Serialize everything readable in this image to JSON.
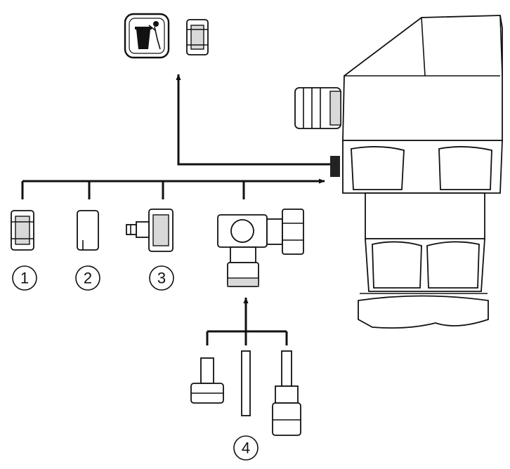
{
  "callouts": {
    "c1": "1",
    "c2": "2",
    "c3": "3",
    "c4": "4"
  },
  "colors": {
    "line": "#111111",
    "fill": "#ffffff",
    "shade": "#d9d9d9"
  },
  "icons": {
    "disposal": "recycle-bin-icon",
    "arrow": "arrow-head"
  }
}
